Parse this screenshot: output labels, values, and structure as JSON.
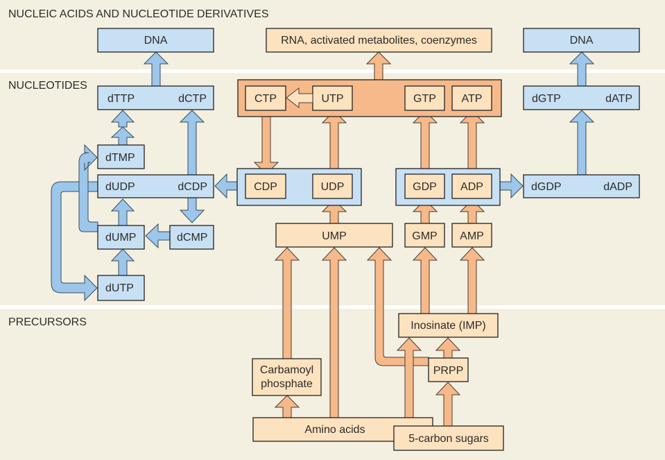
{
  "sections": {
    "top": "NUCLEIC ACIDS AND NUCLEOTIDE DERIVATIVES",
    "middle": "NUCLEOTIDES",
    "bottom": "PRECURSORS"
  },
  "nodes": {
    "dna_left": "DNA",
    "rna": "RNA, activated metabolites, coenzymes",
    "dna_right": "DNA",
    "dttp": "dTTP",
    "dctp": "dCTP",
    "ctp": "CTP",
    "utp": "UTP",
    "gtp": "GTP",
    "atp": "ATP",
    "dgtp": "dGTP",
    "datp": "dATP",
    "dtmp": "dTMP",
    "dudp": "dUDP",
    "dcdp": "dCDP",
    "cdp": "CDP",
    "udp": "UDP",
    "gdp": "GDP",
    "adp": "ADP",
    "dgdp": "dGDP",
    "dadp": "dADP",
    "dump": "dUMP",
    "dcmp": "dCMP",
    "ump": "UMP",
    "gmp": "GMP",
    "amp": "AMP",
    "dutp": "dUTP",
    "imp": "Inosinate (IMP)",
    "carbamoyl_1": "Carbamoyl",
    "carbamoyl_2": "phosphate",
    "prpp": "PRPP",
    "amino_acids": "Amino acids",
    "sugars": "5-carbon sugars"
  },
  "colors": {
    "background": "#f3f0e1",
    "deoxy_blue": "#c8e0f4",
    "ribo_orange_light": "#fde2bf",
    "ribo_orange_dark": "#f6b98a",
    "arrow_blue": "#9cc6ea"
  }
}
